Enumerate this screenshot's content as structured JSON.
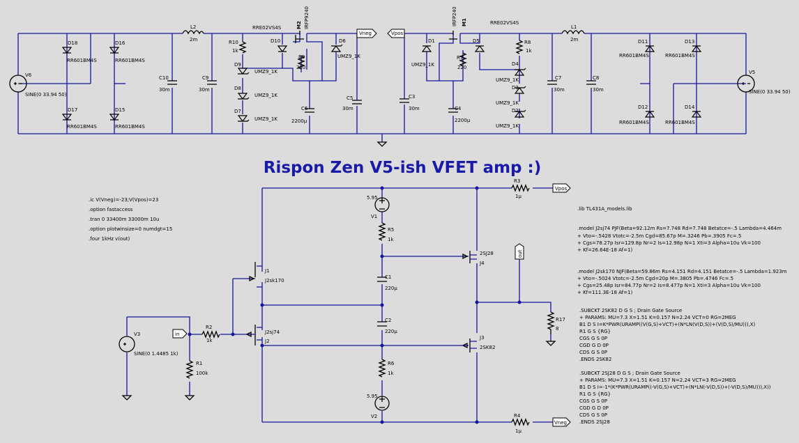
{
  "title": "Rispon Zen V5-ish VFET amp :)",
  "directives": [
    ".ic V(Vneg)=-23;V(Vpos)=23",
    ".option fastaccess",
    ".tran 0 33400m 33000m 10u",
    ".option plotwinsize=0 numdgt=15",
    ".four 1kHz v(out)"
  ],
  "models": [
    ".lib TL431A_models.lib",
    ".model J2sj74 PJF(Beta=92.12m Rs=7.748 Rd=7.748 Betatce=-.5 Lambda=4.464m",
    "+ Vto=-.5428 Vtotc=-2.5m Cgd=85.67p M=.3246 Pb=.3905 Fc=.5",
    "+ Cgs=78.27p Isr=129.8p Nr=2 Is=12.98p N=1 Xti=3 Alpha=10u Vk=100",
    "+ Kf=26.64E-18 Af=1)",
    ".model J2sk170 NJF(Beta=59.86m Rs=4.151 Rd=4.151 Betatce=-.5 Lambda=1.923m",
    "+ Vto=-.5024 Vtotc=-2.5m Cgd=20p M=.3805 Pb=.4746 Fc=.5",
    "+ Cgs=25.48p Isr=84.77p Nr=2 Is=8.477p N=1 Xti=3 Alpha=10u Vk=100",
    "+ Kf=111.3E-18 Af=1)",
    ".SUBCKT 2SK82 D G S ; Drain Gate Source",
    "+ PARAMS: MU=7.3 X=1.51 K=0.157 N=2.24 VCT=0 RG=2MEG",
    "B1 D S I=K*PWR(URAMP((V(G,S)+VCT)+(N*LN(V(D,S))+(V(D,S)/MU))),X)",
    "R1 G S {RG}",
    "CGS G S 0P",
    "CGD G D 0P",
    "CDS G S 0P",
    ".ENDS 2SK82",
    ".SUBCKT 2SJ28 D G S ; Drain Gate Source",
    "+ PARAMS: MU=7.3 X=1.51 K=0.157 N=2.24 VCT=3 RG=2MEG",
    "B1 D S I=-1*(K*PWR(URAMP((-V(G,S)+VCT)+(N*LN(-V(D,S))+(-V(D,S)/MU))),X))",
    "R1 G S {RG}",
    "CGS G S 0P",
    "CGD G D 0P",
    "CDS G S 0P",
    ".ENDS 2SJ28"
  ],
  "labels": {
    "V6": "V6",
    "V6v": "SINE(0 33.94 50)",
    "V5": "V5",
    "V5v": "SINE(0 33.94 50)",
    "D18": "D18",
    "D16": "D16",
    "D17": "D17",
    "D15": "D15",
    "D11": "D11",
    "D13": "D13",
    "D12": "D12",
    "D14": "D14",
    "bridge": "RR601BM4S",
    "C10": "C10",
    "C9": "C9",
    "C5": "C5",
    "C3": "C3",
    "C7": "C7",
    "C8": "C8",
    "c30m": "30m",
    "L2": "L2",
    "L1": "L1",
    "l2m": "2m",
    "R10": "R10",
    "R8": "R8",
    "r1k": "1k",
    "D10": "D10",
    "D5": "D5",
    "RRE": "RRE02VS4S",
    "D9": "D9",
    "D8": "D8",
    "D7": "D7",
    "D6": "D6",
    "D1": "D1",
    "D4": "D4",
    "D3": "D3",
    "D2": "D2",
    "umz": "UMZ9_1K",
    "M2": "M2",
    "M1": "M1",
    "irfp": "IRFP9240",
    "irfp2": "IRFP240",
    "R9": "R9",
    "R7": "R7",
    "r220": "220",
    "C6": "C6",
    "C4": "C4",
    "c2200": "2200µ",
    "Vneg": "Vneg",
    "Vpos": "Vpos",
    "V1": "V1",
    "V2": "V2",
    "v595": "5.95",
    "R5": "R5",
    "R6": "R6",
    "R3": "R3",
    "R4": "R4",
    "r1u": "1µ",
    "C1": "C1",
    "C2": "C2",
    "c220": "220µ",
    "J1": "J1",
    "J2": "J2",
    "J3": "J3",
    "J4": "J4",
    "j170": "J2sk170",
    "j74": "J2sj74",
    "j28": "2SJ28",
    "j82": "2SK82",
    "V3": "V3",
    "V3v": "SINE(0 1.4485 1k)",
    "R2": "R2",
    "R1": "R1",
    "r100k": "100k",
    "in": "in",
    "out": "out",
    "R17": "R17",
    "r8": "8"
  },
  "colors": {
    "background": "#dcdcdc",
    "wire": "#1414a0",
    "title": "#1a1aa8"
  }
}
